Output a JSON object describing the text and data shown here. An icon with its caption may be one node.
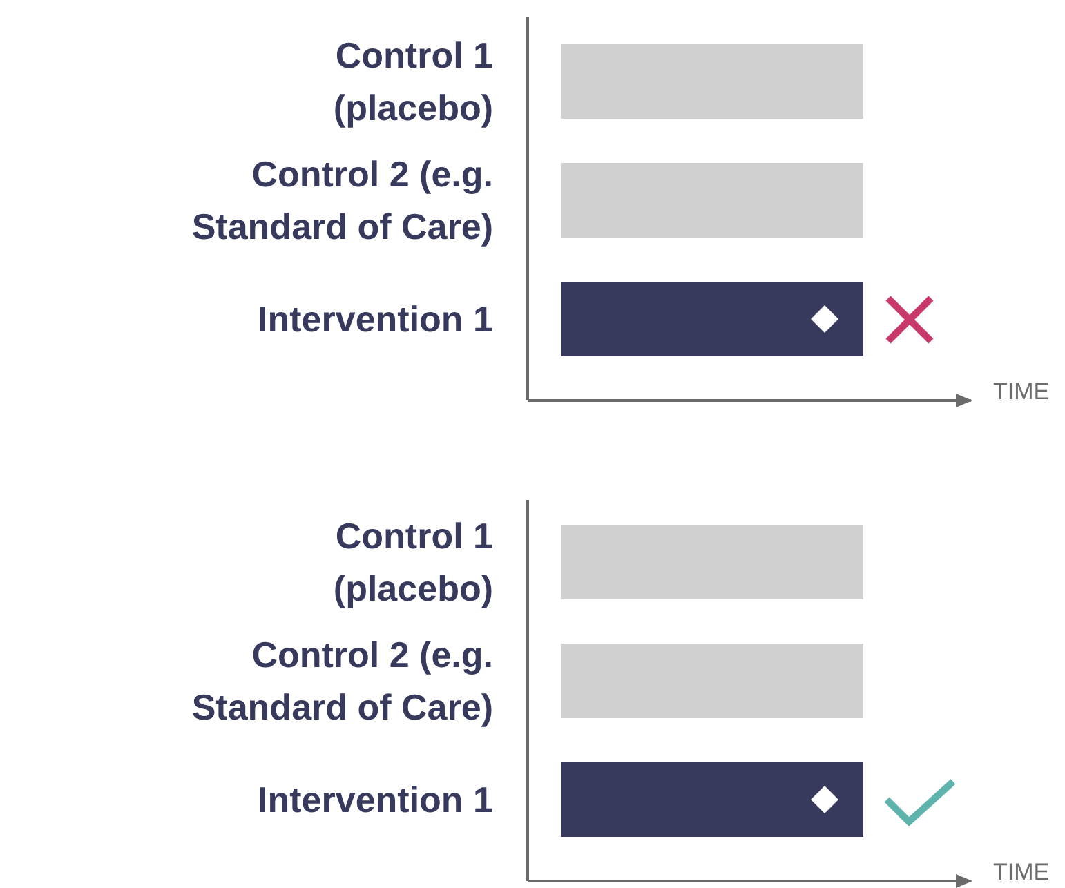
{
  "diagram": {
    "nodes": [
      {
        "text": [],
        "shape": "bar"
      },
      {
        "text": [],
        "shape": "bar"
      },
      {
        "text": [],
        "shape": "bar"
      },
      {
        "text": [],
        "shape": "bar"
      },
      {
        "text": [],
        "shape": "bar"
      },
      {
        "text": [],
        "shape": "bar"
      }
    ],
    "labels": [
      "Control 1 (placebo)",
      "Control 2 (e.g. Standard of Care)",
      "Intervention 1",
      "TIME",
      "Control 1 (placebo)",
      "Control 2 (e.g. Standard of Care)",
      "Intervention 1",
      "TIME"
    ]
  }
}
